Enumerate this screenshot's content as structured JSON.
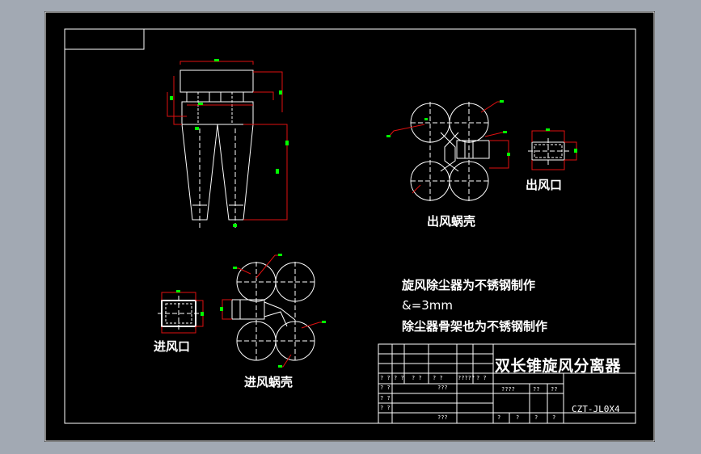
{
  "labels": {
    "outlet_shell": "出风蜗壳",
    "outlet_port": "出风口",
    "inlet_port": "进风口",
    "inlet_shell": "进风蜗壳"
  },
  "notes": {
    "line1": "旋风除尘器为不锈钢制作",
    "line2": "&=3mm",
    "line3": "除尘器骨架也为不锈钢制作"
  },
  "title_block": {
    "title": "双长锥旋风分离器",
    "drawing_number": "CZT-JL0X4",
    "cells": {
      "r1a": "? ?",
      "r1b": "? ?",
      "r1c": "? ?",
      "r1d": "? ?",
      "r1e": "?????",
      "r1f": "? ?",
      "r2a": "? ?",
      "r2b": "???",
      "r3a": "? ?",
      "r4a": "? ?",
      "r4b": "???",
      "s1": "????",
      "s2": "??",
      "s3": "??",
      "b1": "?",
      "b2": "?",
      "b3": "?",
      "b4": "?"
    }
  },
  "colors": {
    "sheet": "#000000",
    "background": "#a2a9b3",
    "line": "#ffffff",
    "dimension": "#e01010",
    "dimension_text": "#00ff00"
  }
}
